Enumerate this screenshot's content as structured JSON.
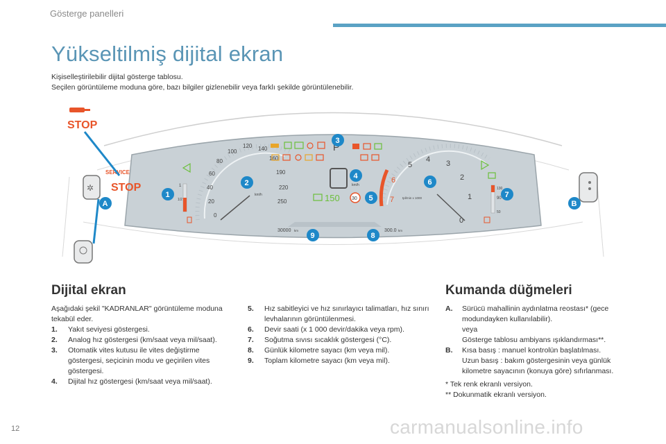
{
  "header": {
    "section": "Gösterge panelleri"
  },
  "title": "Yükseltilmiş dijital ekran",
  "intro": {
    "line1": "Kişiselleştirilebilir dijital gösterge tablosu.",
    "line2": "Seçilen görüntüleme moduna göre, bazı bilgiler gizlenebilir veya farklı şekilde görüntülenebilir."
  },
  "figure": {
    "stop_label": "STOP",
    "service_label": "SERVICE",
    "speed_unit": "km/h",
    "gear": "P",
    "digital_speed": "150",
    "speed_limit": "30",
    "rpm_unit": "tpl/min x 1000",
    "odometer_left": "30000",
    "odometer_left_unit": "km",
    "odometer_right": "300.0",
    "odometer_right_unit": "km",
    "speed_ticks": [
      "0",
      "20",
      "40",
      "60",
      "80",
      "100",
      "120",
      "140",
      "160",
      "190",
      "220",
      "250"
    ],
    "rpm_ticks": [
      "0",
      "1",
      "2",
      "3",
      "4",
      "5",
      "6",
      "7"
    ],
    "fuel_ticks": [
      "1",
      "1/2"
    ],
    "temp_ticks": [
      "130",
      "90",
      "50"
    ],
    "callouts": [
      "1",
      "2",
      "3",
      "4",
      "5",
      "6",
      "7",
      "8",
      "9",
      "A",
      "B"
    ]
  },
  "left_section": {
    "title": "Dijital ekran",
    "intro": "Aşağıdaki şekil \"KADRANLAR\" görüntüleme moduna tekabül eder.",
    "items": [
      {
        "num": "1.",
        "text": "Yakıt seviyesi göstergesi."
      },
      {
        "num": "2.",
        "text": "Analog hız göstergesi (km/saat veya mil/saat)."
      },
      {
        "num": "3.",
        "text": "Otomatik vites kutusu ile vites değiştirme göstergesi, seçicinin modu ve geçirilen vites göstergesi."
      },
      {
        "num": "4.",
        "text": "Dijital hız göstergesi (km/saat veya mil/saat)."
      }
    ]
  },
  "mid_section": {
    "items": [
      {
        "num": "5.",
        "text": "Hız sabitleyici ve hız sınırlayıcı talimatları, hız sınırı levhalarının görüntülenmesi."
      },
      {
        "num": "6.",
        "text": "Devir saati (x 1 000 devir/dakika veya rpm)."
      },
      {
        "num": "7.",
        "text": "Soğutma sıvısı sıcaklık göstergesi (°C)."
      },
      {
        "num": "8.",
        "text": "Günlük kilometre sayacı (km veya mil)."
      },
      {
        "num": "9.",
        "text": "Toplam kilometre sayacı (km veya mil)."
      }
    ]
  },
  "right_section": {
    "title": "Kumanda düğmeleri",
    "items": [
      {
        "num": "A.",
        "text": "Sürücü mahallinin aydınlatma reostası* (gece modundayken kullanılabilir).\nveya\nGösterge tablosu ambiyans ışıklandırması**."
      },
      {
        "num": "B.",
        "text": "Kısa basış : manuel kontrolün başlatılması.\nUzun basış : bakım göstergesinin veya günlük kilometre sayacının (konuya göre) sıfırlanması."
      }
    ],
    "footnote1": "* Tek renk ekranlı versiyon.",
    "footnote2": "** Dokunmatik ekranlı versiyon."
  },
  "page_number": "12",
  "watermark": "carmanualsonline.info",
  "colors": {
    "accent": "#5a95b5",
    "callout": "#1e88c8",
    "warning": "#e8552a",
    "green": "#6bbf3a"
  }
}
